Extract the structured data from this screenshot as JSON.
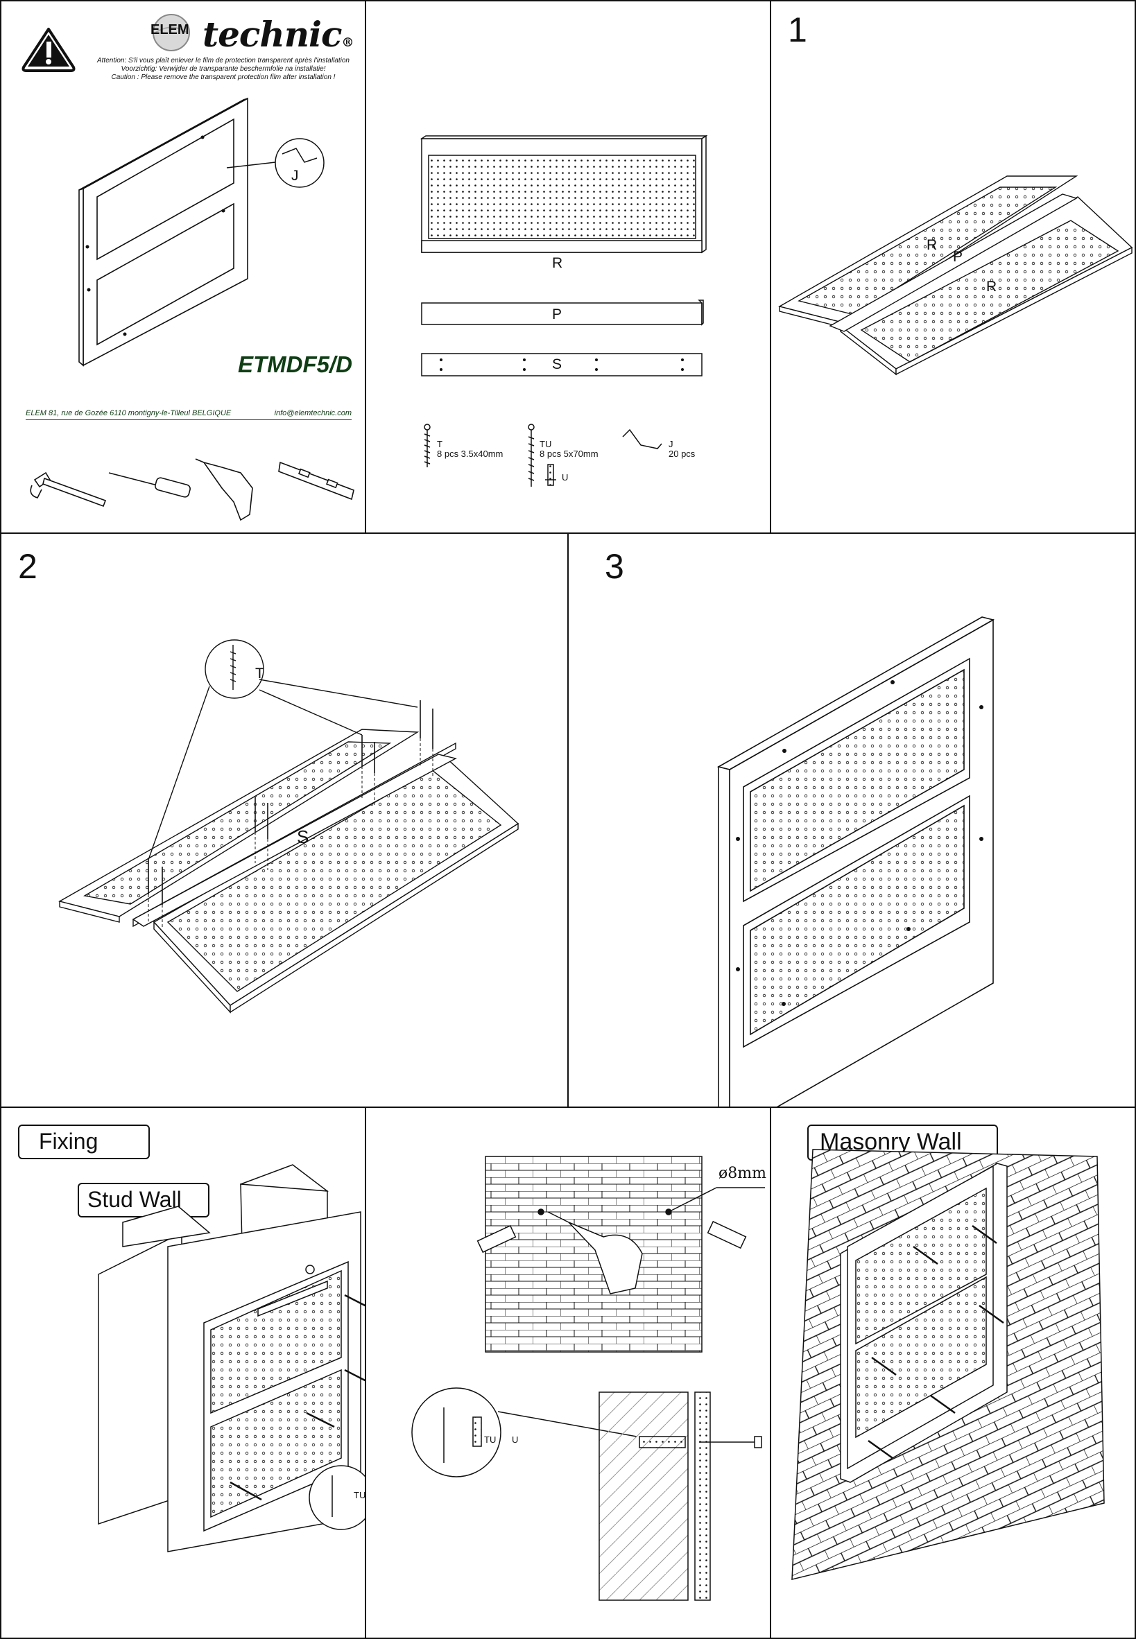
{
  "header": {
    "brand_prefix": "ELEM",
    "brand_name": "technic",
    "brand_mark": "®",
    "notice_fr": "Attention: S'il vous plaît enlever le film de protection transparent après l'installation",
    "notice_nl": "Voorzichtig: Verwijder de transparante beschermfolie na installatie!",
    "notice_en": "Caution : Please remove the transparent protection film after installation !",
    "model": "ETMDF5/D",
    "address": "ELEM  81, rue de Gozée  6110 montigny-le-Tilleul BELGIQUE",
    "email": "info@elemtechnic.com",
    "callout_part": "J"
  },
  "parts": {
    "r": "R",
    "p": "P",
    "s": "S",
    "t_code": "T",
    "t_desc": "8 pcs 3.5x40mm",
    "tu_code": "TU",
    "tu_desc": "8 pcs 5x70mm",
    "u_code": "U",
    "j_code": "J",
    "j_desc": "20 pcs"
  },
  "steps": {
    "step1": "1",
    "step1_r1": "R",
    "step1_p": "P",
    "step1_r2": "R",
    "step2": "2",
    "step2_t": "T",
    "step2_s": "S",
    "step3": "3"
  },
  "fixing": {
    "title": "Fixing",
    "stud_wall": "Stud Wall",
    "stud_tu": "TU",
    "drill_size": "ø8mm",
    "tu_label": "TU",
    "u_label": "U",
    "masonry_wall": "Masonry Wall"
  }
}
